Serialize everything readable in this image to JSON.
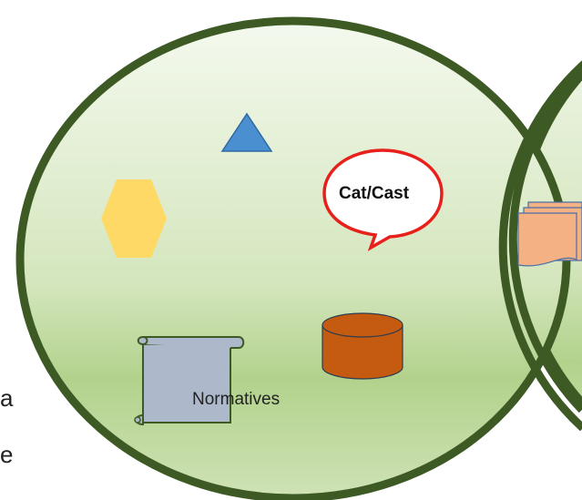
{
  "diagram": {
    "left_edge_fragments": [
      "a",
      "e"
    ],
    "speech_bubble": {
      "label": "Cat/Cast"
    },
    "scroll": {
      "label": "Normatives"
    },
    "colors": {
      "circle_border": "#3d5a24",
      "circle_fill_top": "#f4f9ee",
      "circle_fill_bottom": "#b2d28c",
      "triangle": "#4a8fd0",
      "hexagon": "#ffd966",
      "bubble_border": "#e8201b",
      "cylinder": "#c55a11",
      "scroll": "#adb9ca",
      "document_stack": "#f4b183"
    },
    "shapes": [
      "triangle-icon",
      "hexagon-icon",
      "speech-bubble",
      "cylinder-icon",
      "scroll-icon",
      "document-stack-icon"
    ]
  }
}
